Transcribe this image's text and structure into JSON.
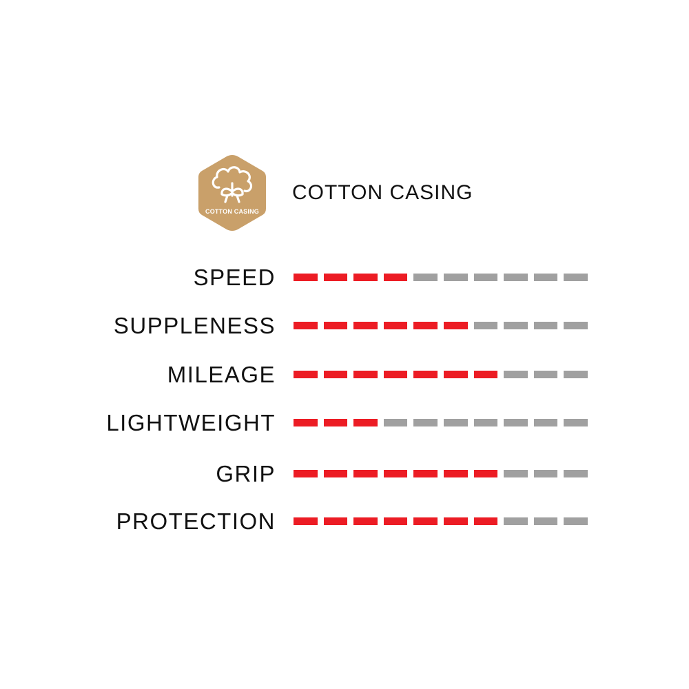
{
  "badge": {
    "label": "COTTON CASING",
    "icon": "cotton-flower-icon",
    "color": "#c9a06a"
  },
  "header": {
    "title": "COTTON CASING"
  },
  "colors": {
    "filled": "#ec1c24",
    "empty": "#a0a0a0"
  },
  "max_rating": 10,
  "ratings": [
    {
      "label": "SPEED",
      "value": 4
    },
    {
      "label": "SUPPLENESS",
      "value": 6
    },
    {
      "label": "MILEAGE",
      "value": 7
    },
    {
      "label": "LIGHTWEIGHT",
      "value": 3
    },
    {
      "label": "GRIP",
      "value": 7
    },
    {
      "label": "PROTECTION",
      "value": 7
    }
  ]
}
